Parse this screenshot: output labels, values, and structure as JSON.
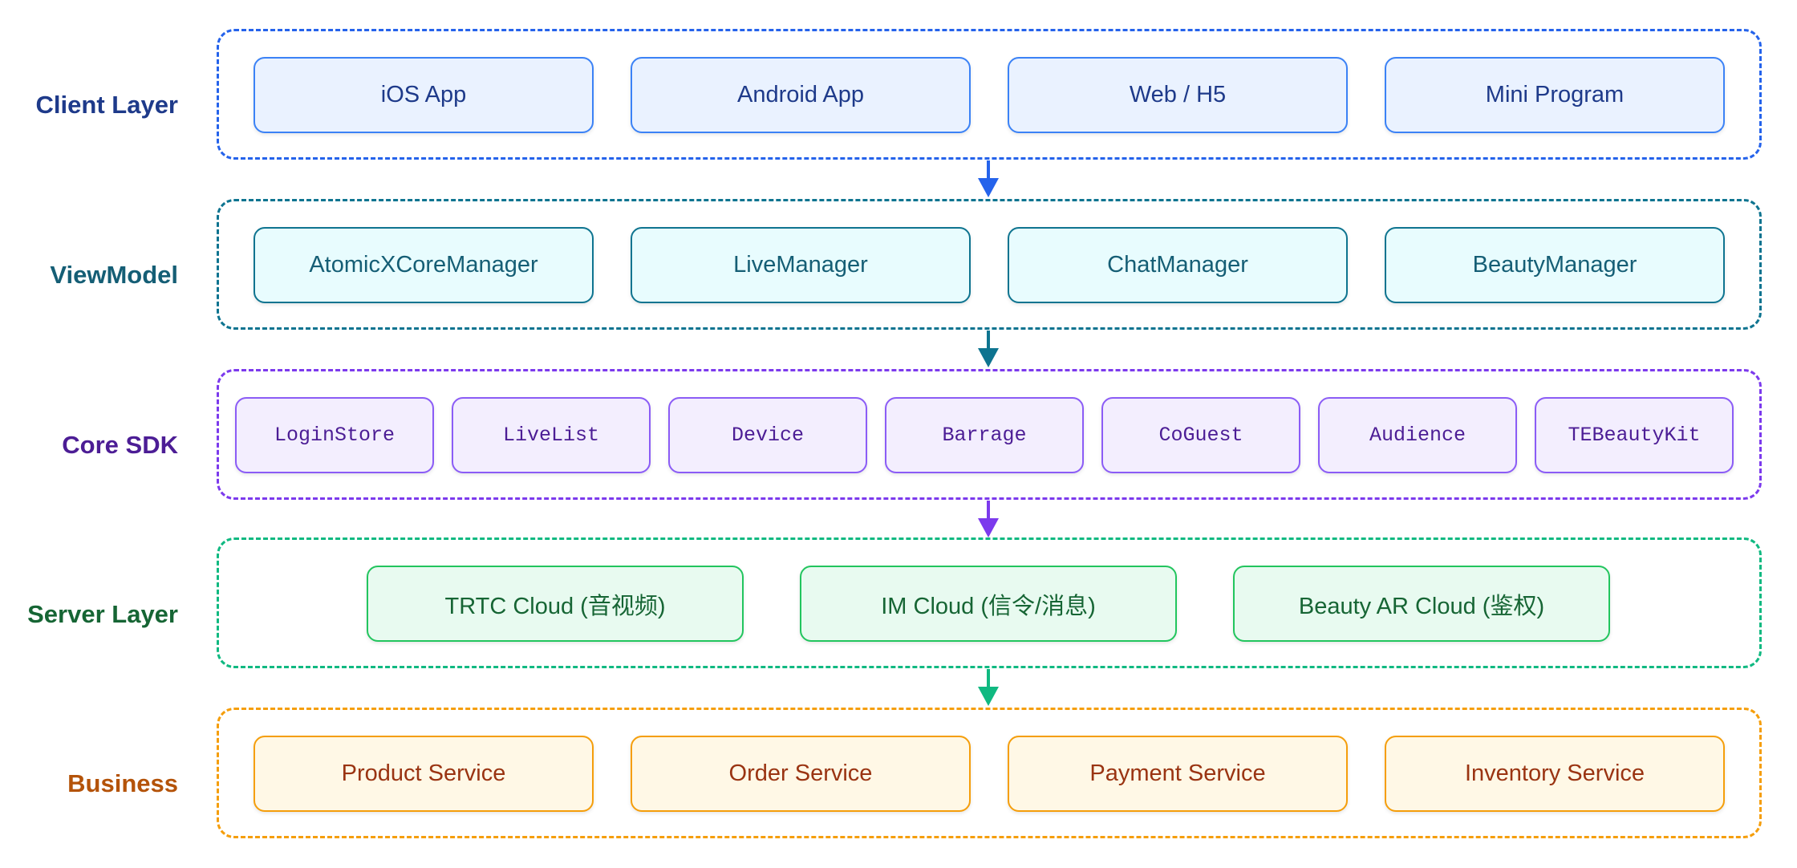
{
  "layers": [
    {
      "label": "Client Layer",
      "color": "#1e3a8a",
      "border": "#2563eb",
      "node_bg": "#eaf2ff",
      "node_border": "#3b82f6",
      "node_text": "#1e3a8a",
      "nodes": [
        "iOS App",
        "Android App",
        "Web / H5",
        "Mini Program"
      ]
    },
    {
      "label": "ViewModel",
      "color": "#155e75",
      "border": "#0e7490",
      "node_bg": "#e8fcfe",
      "node_border": "#0e7490",
      "node_text": "#155e75",
      "nodes": [
        "AtomicXCoreManager",
        "LiveManager",
        "ChatManager",
        "BeautyManager"
      ]
    },
    {
      "label": "Core SDK",
      "color": "#4c1d95",
      "border": "#7c3aed",
      "node_bg": "#f3eefe",
      "node_border": "#8b5cf6",
      "node_text": "#4c1d95",
      "nodes": [
        "LoginStore",
        "LiveList",
        "Device",
        "Barrage",
        "CoGuest",
        "Audience",
        "TEBeautyKit"
      ]
    },
    {
      "label": "Server Layer",
      "color": "#166534",
      "border": "#10b981",
      "node_bg": "#e8faf0",
      "node_border": "#22c55e",
      "node_text": "#166534",
      "nodes": [
        "TRTC Cloud (音视频)",
        "IM Cloud (信令/消息)",
        "Beauty AR Cloud (鉴权)"
      ]
    },
    {
      "label": "Business",
      "color": "#b45309",
      "border": "#f59e0b",
      "node_bg": "#fff8e6",
      "node_border": "#f59e0b",
      "node_text": "#9a3412",
      "nodes": [
        "Product Service",
        "Order Service",
        "Payment Service",
        "Inventory Service"
      ]
    }
  ],
  "arrow_colors": [
    "#2563eb",
    "#0e7490",
    "#7c3aed",
    "#10b981"
  ]
}
